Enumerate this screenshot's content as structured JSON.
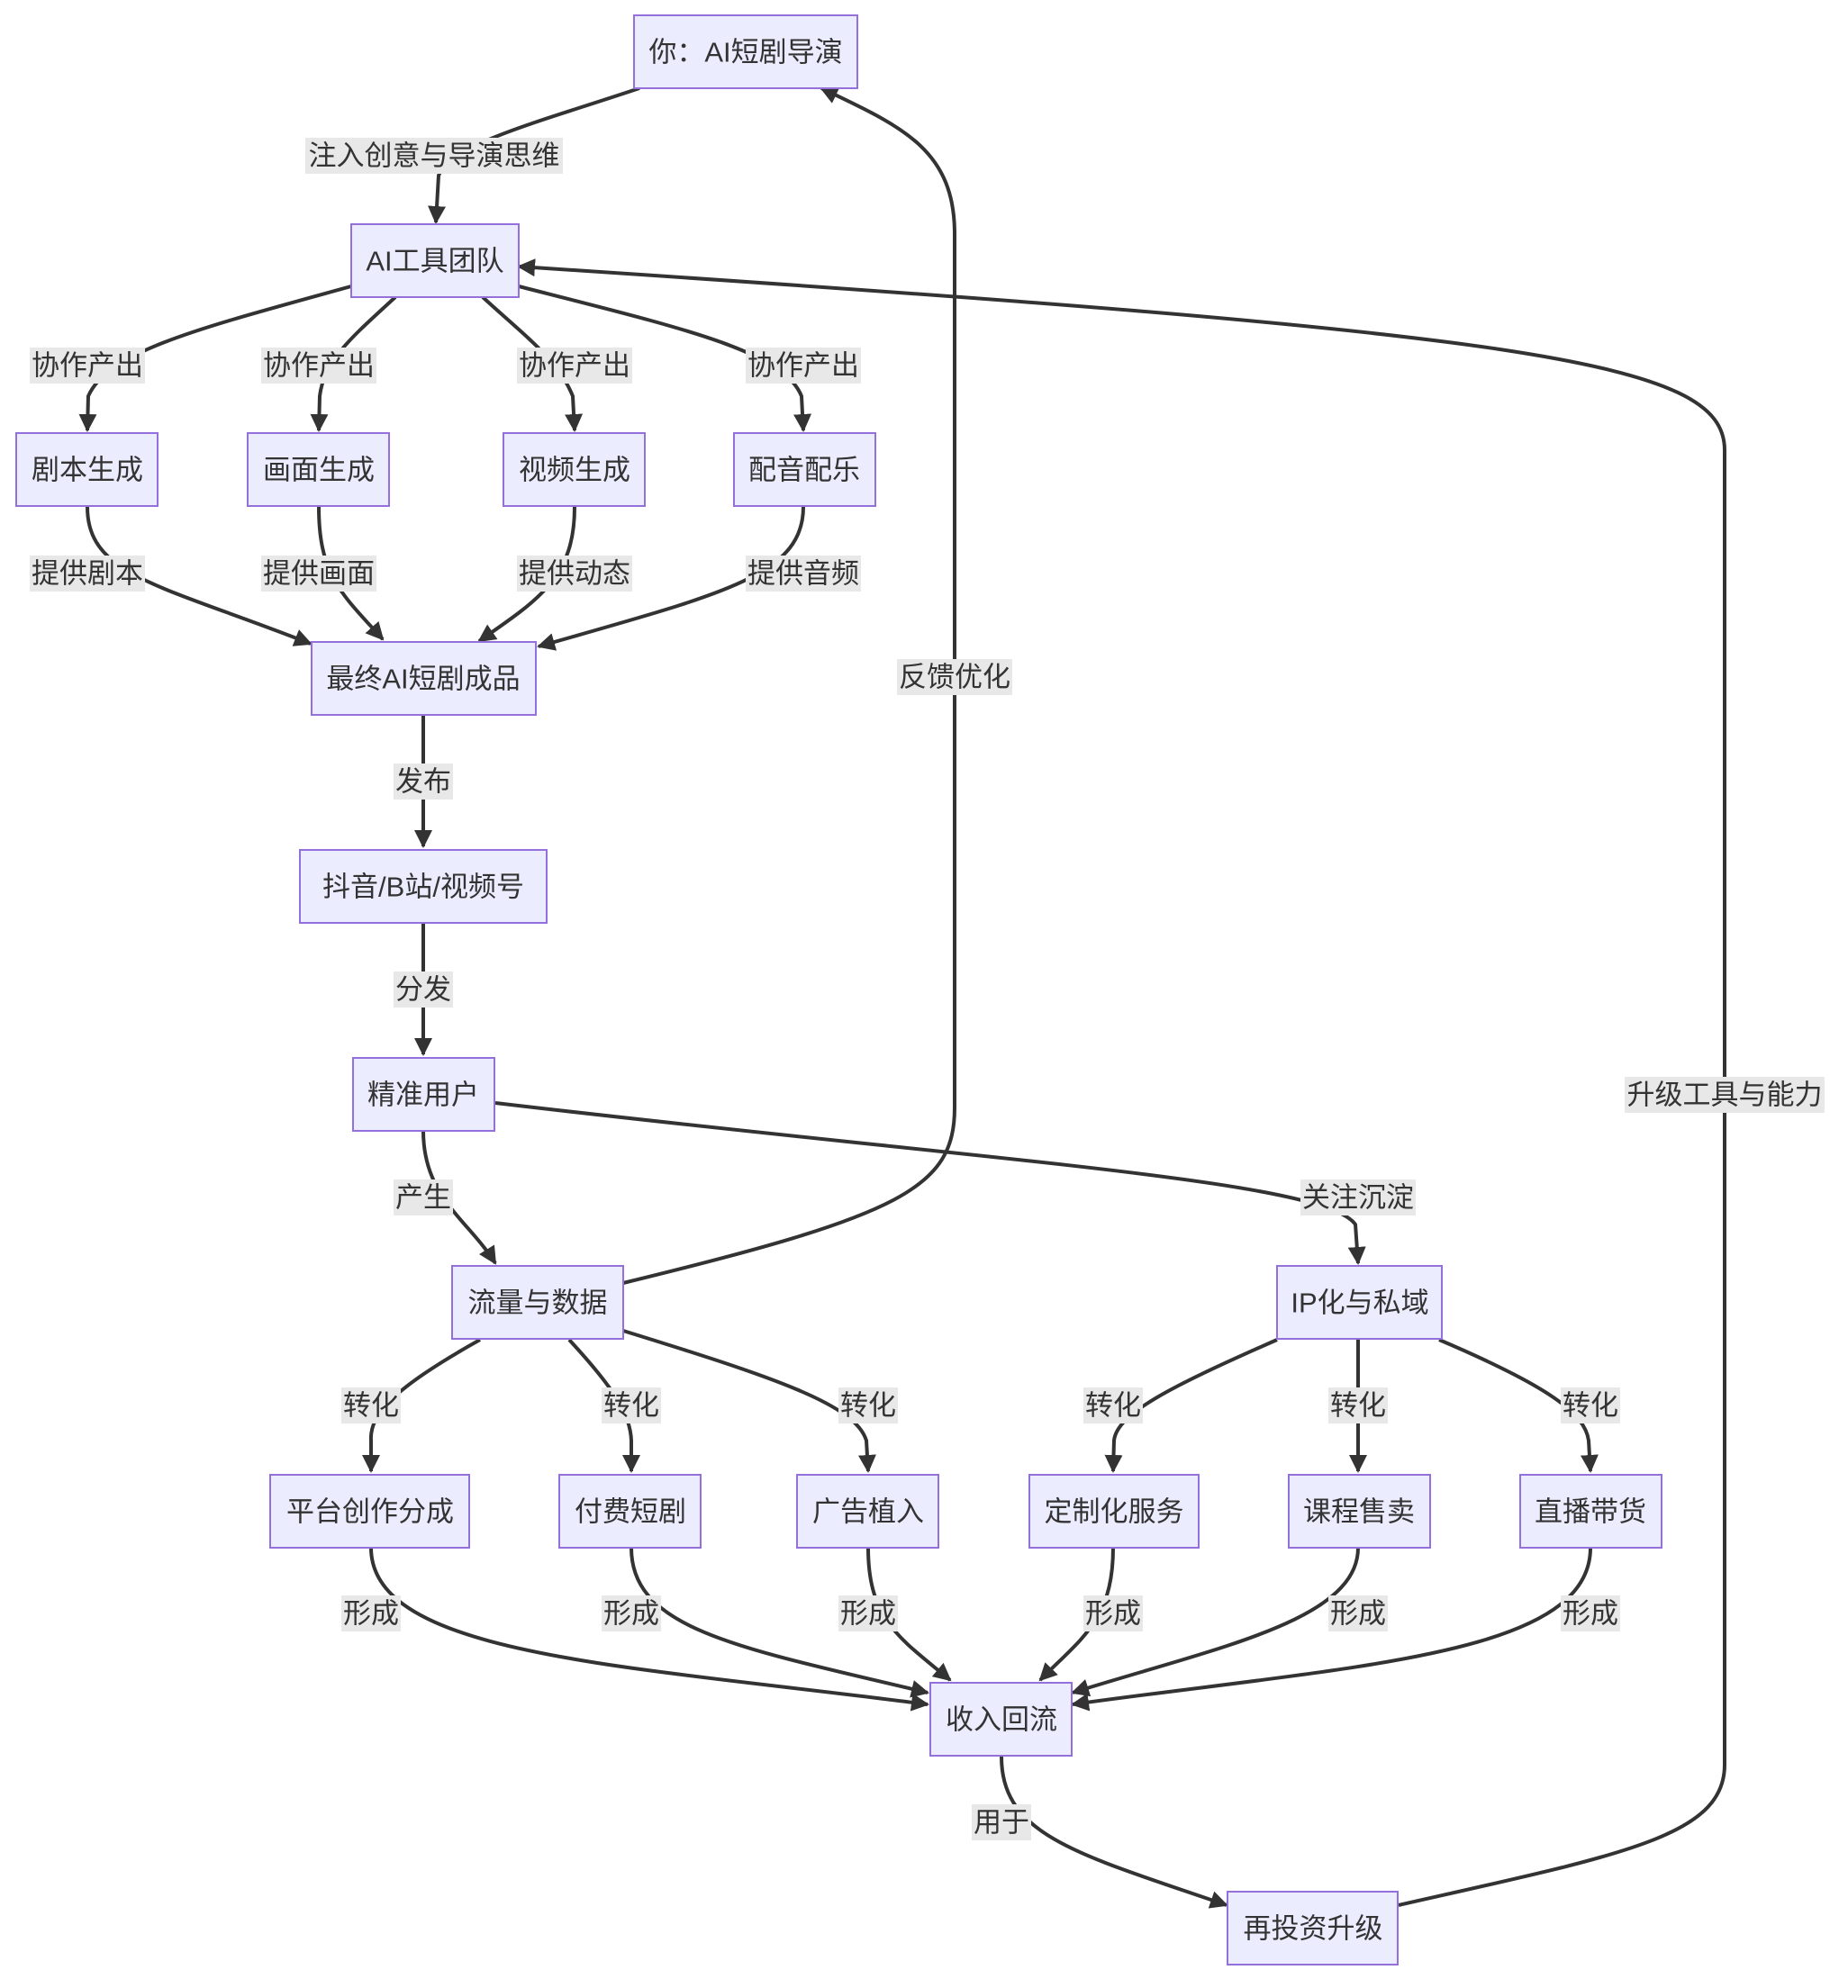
{
  "nodes": {
    "director": "你：AI短剧导演",
    "team": "AI工具团队",
    "script": "剧本生成",
    "image": "画面生成",
    "video": "视频生成",
    "audio": "配音配乐",
    "final": "最终AI短剧成品",
    "platforms": "抖音/B站/视频号",
    "users": "精准用户",
    "traffic": "流量与数据",
    "ip": "IP化与私域",
    "share": "平台创作分成",
    "paid": "付费短剧",
    "ads": "广告植入",
    "custom": "定制化服务",
    "course": "课程售卖",
    "live": "直播带货",
    "revenue": "收入回流",
    "reinvest": "再投资升级"
  },
  "edge_labels": {
    "inject": "注入创意与导演思维",
    "collab": "协作产出",
    "provide_script": "提供剧本",
    "provide_image": "提供画面",
    "provide_motion": "提供动态",
    "provide_audio": "提供音频",
    "publish": "发布",
    "distribute": "分发",
    "generate": "产生",
    "follow": "关注沉淀",
    "feedback": "反馈优化",
    "convert": "转化",
    "form": "形成",
    "use": "用于",
    "upgrade": "升级工具与能力"
  }
}
